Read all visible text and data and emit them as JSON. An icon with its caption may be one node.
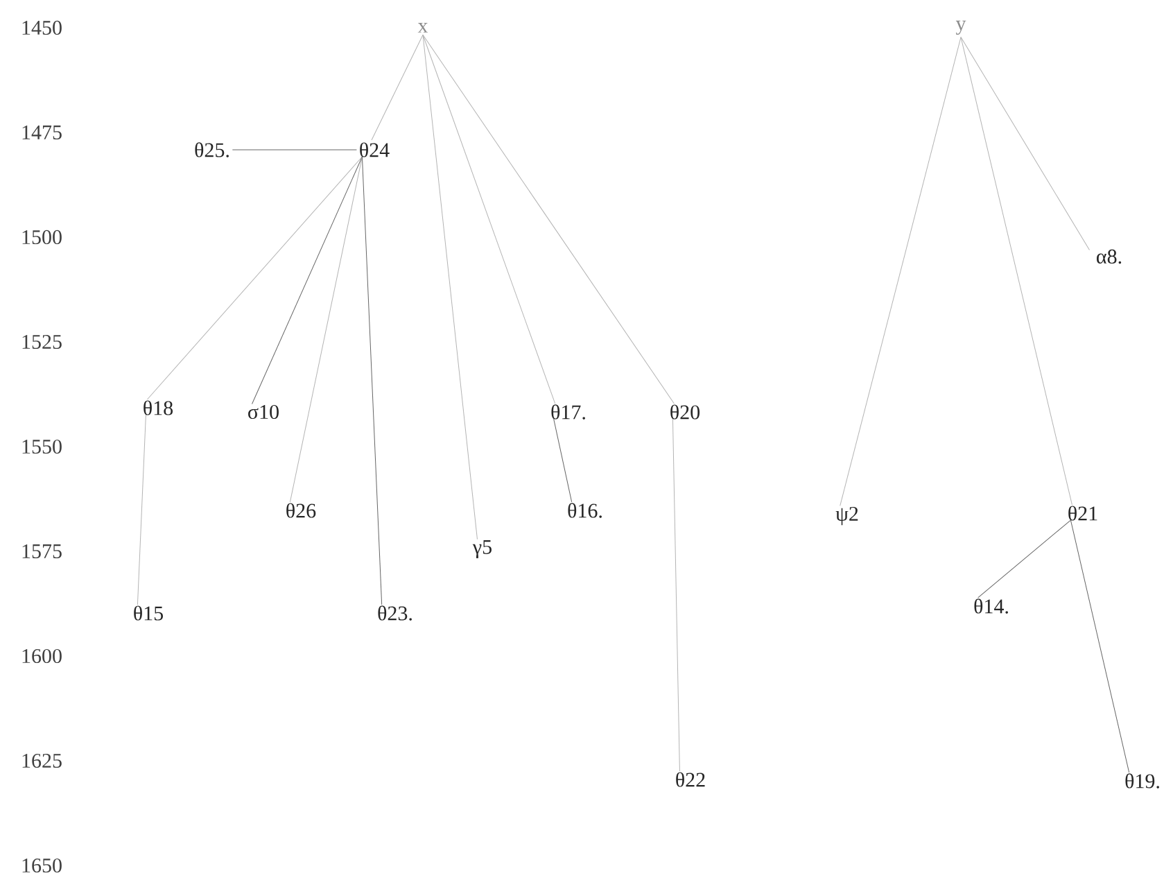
{
  "diagram": {
    "nodes": [
      {
        "text": [
          "x"
        ]
      },
      {
        "text": [
          "θ25."
        ]
      },
      {
        "text": [
          "θ24"
        ]
      },
      {
        "text": [
          "θ18"
        ]
      },
      {
        "text": [
          "σ10"
        ]
      },
      {
        "text": [
          "θ17."
        ]
      },
      {
        "text": [
          "θ20"
        ]
      },
      {
        "text": [
          "θ26"
        ]
      },
      {
        "text": [
          "θ16."
        ]
      },
      {
        "text": [
          "γ5"
        ]
      },
      {
        "text": [
          "θ15"
        ]
      },
      {
        "text": [
          "θ23."
        ]
      },
      {
        "text": [
          "θ22"
        ]
      },
      {
        "text": [
          "y"
        ]
      },
      {
        "text": [
          "α8."
        ]
      },
      {
        "text": [
          "ψ2"
        ]
      },
      {
        "text": [
          "θ21"
        ]
      },
      {
        "text": [
          "θ14."
        ]
      },
      {
        "text": [
          "θ19."
        ]
      }
    ],
    "edges": [
      {
        "from": 0,
        "to": 2,
        "arrow": "none"
      },
      {
        "from": 0,
        "to": 9,
        "arrow": "none"
      },
      {
        "from": 0,
        "to": 5,
        "arrow": "none"
      },
      {
        "from": 0,
        "to": 6,
        "arrow": "none"
      },
      {
        "from": 2,
        "to": 1,
        "arrow": "none",
        "color": "#666666"
      },
      {
        "from": 2,
        "to": 3,
        "arrow": "none"
      },
      {
        "from": 2,
        "to": 4,
        "arrow": "none",
        "color": "#666666"
      },
      {
        "from": 2,
        "to": 7,
        "arrow": "none"
      },
      {
        "from": 2,
        "to": 11,
        "arrow": "none",
        "color": "#666666"
      },
      {
        "from": 3,
        "to": 10,
        "arrow": "none"
      },
      {
        "from": 5,
        "to": 8,
        "arrow": "none",
        "color": "#666666"
      },
      {
        "from": 6,
        "to": 12,
        "arrow": "none"
      },
      {
        "from": 13,
        "to": 15,
        "arrow": "none"
      },
      {
        "from": 13,
        "to": 16,
        "arrow": "none"
      },
      {
        "from": 13,
        "to": 14,
        "arrow": "none"
      },
      {
        "from": 16,
        "to": 17,
        "arrow": "none",
        "color": "#666666"
      },
      {
        "from": 16,
        "to": 18,
        "arrow": "none",
        "color": "#666666"
      }
    ],
    "labels": [
      "1450",
      "1475",
      "1500",
      "1525",
      "1550",
      "1575",
      "1600",
      "1625",
      "1650"
    ]
  }
}
